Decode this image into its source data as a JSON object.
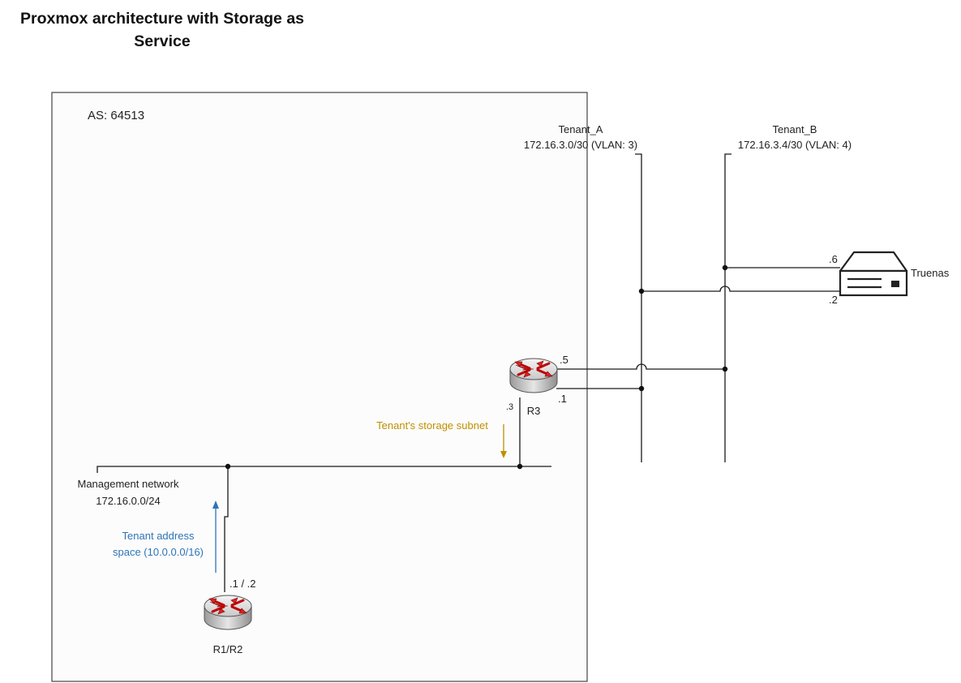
{
  "title": {
    "line1": "Proxmox architecture with Storage as",
    "line2": "Service"
  },
  "as_box": {
    "label": "AS: 64513"
  },
  "tenant_a": {
    "name": "Tenant_A",
    "subnet": "172.16.3.0/30 (VLAN: 3)"
  },
  "tenant_b": {
    "name": "Tenant_B",
    "subnet": "172.16.3.4/30 (VLAN: 4)"
  },
  "truenas": {
    "label": "Truenas",
    "ip_b": ".6",
    "ip_a": ".2"
  },
  "r3": {
    "label": "R3",
    "ip_b": ".5",
    "ip_a": ".1",
    "ip_mgmt": ".3"
  },
  "r1r2": {
    "label": "R1/R2",
    "ip_mgmt": ".1 / .2"
  },
  "mgmt": {
    "name": "Management network",
    "subnet": "172.16.0.0/24"
  },
  "storage_note": {
    "text": "Tenant's storage subnet",
    "color": "#bf9000"
  },
  "tenant_space_note": {
    "line1": "Tenant address",
    "line2": "space (10.0.0.0/16)",
    "color": "#2e75b6"
  },
  "icons": {
    "router": "router-icon",
    "storage": "nas-storage-icon"
  }
}
